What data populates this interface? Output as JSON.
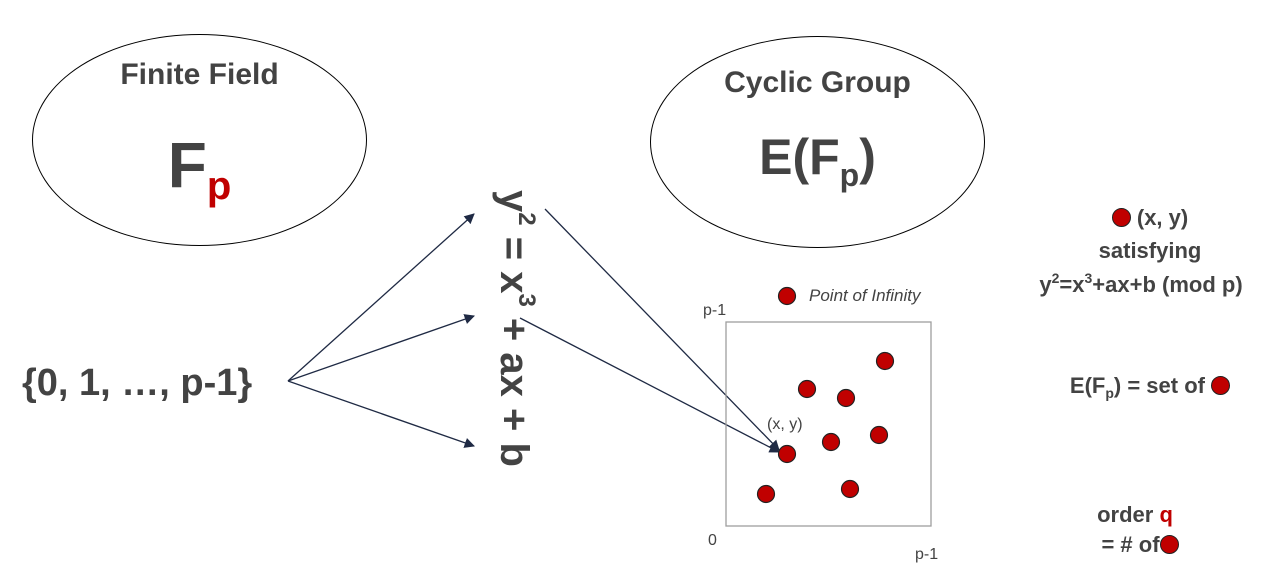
{
  "finite_field": {
    "title": "Finite Field",
    "symbol": "F",
    "subscript": "p"
  },
  "cyclic_group": {
    "title": "Cyclic Group",
    "symbol_prefix": "E(F",
    "subscript": "p",
    "symbol_suffix": ")"
  },
  "set_label": "{0, 1, …, p-1}",
  "equation": {
    "y": "y",
    "y_exp": "2",
    "eq": " = x",
    "x_exp": "3",
    "rest": " + ax + b"
  },
  "plot": {
    "y_max_label": "p-1",
    "origin_label": "0",
    "x_max_label": "p-1",
    "point_label": "(x, y)",
    "legend_label": "Point of Infinity"
  },
  "explanation": {
    "point": "(x, y)",
    "satisfying": "satisfying",
    "cond_y": "y",
    "cond_y_exp": "2",
    "cond_mid": "=x",
    "cond_x_exp": "3",
    "cond_rest": "+ax+b (mod p)",
    "set_prefix": "E(F",
    "set_sub": "p",
    "set_suffix": ") = set of",
    "order_prefix": "order ",
    "order_q": "q",
    "order_count": "= # of"
  },
  "colors": {
    "accent_red": "#c00000",
    "text_gray": "#434343",
    "arrow": "#1f2a44"
  }
}
